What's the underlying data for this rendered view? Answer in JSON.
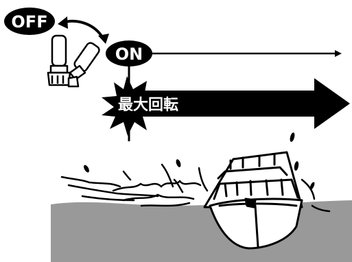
{
  "labels": {
    "off": "OFF",
    "on": "ON",
    "max_rpm": "最大回転"
  },
  "colors": {
    "ink": "#000000",
    "paper": "#ffffff",
    "water": "#999999"
  },
  "icons": [
    "switch-lever-off-icon",
    "switch-lever-on-icon",
    "toggle-arrow-icon",
    "burst-icon",
    "boat-icon",
    "splash-icon"
  ]
}
